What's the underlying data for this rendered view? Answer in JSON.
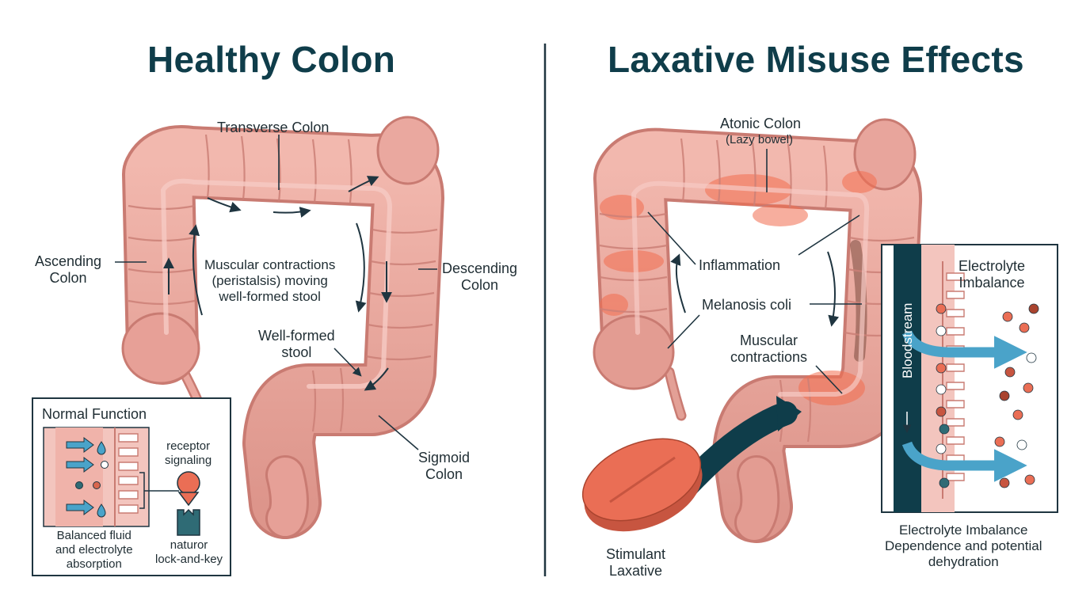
{
  "left_panel": {
    "title": "Healthy Colon",
    "labels": {
      "transverse": "Transverse Colon",
      "ascending": [
        "Ascending",
        "Colon"
      ],
      "descending": [
        "Descending",
        "Colon"
      ],
      "peristalsis": [
        "Muscular contractions",
        "(peristalsis) moving",
        "well-formed stool"
      ],
      "stool": [
        "Well-formed",
        "stool"
      ],
      "sigmoid": [
        "Sigmoid",
        "Colon"
      ]
    },
    "inset": {
      "title": "Normal Function",
      "receptor": [
        "receptor",
        "signaling"
      ],
      "absorption": [
        "Balanced fluid",
        "and electrolyte",
        "absorption"
      ],
      "lock": [
        "naturor",
        "lock-and-key"
      ]
    }
  },
  "right_panel": {
    "title": "Laxative Misuse Effects",
    "labels": {
      "atonic": "Atonic Colon",
      "lazy": "(Lazy bowel)",
      "inflammation": "Inflammation",
      "melanosis": "Melanosis coli",
      "contractions": [
        "Muscular",
        "contractions"
      ],
      "laxative": [
        "Stimulant",
        "Laxative"
      ],
      "footer": [
        "Electrolyte Imbalance",
        "Dependence and potential",
        "dehydration"
      ]
    },
    "inset": {
      "title": [
        "Electrolyte",
        "Imbalance"
      ],
      "bloodstream": "Bloodstream"
    }
  },
  "colors": {
    "colon": "#e9a59c",
    "colon_dark": "#c97b72",
    "inflamed": "#f26d4f",
    "teal": "#0f3d4a",
    "arrow_blue": "#4aa3c9",
    "pill": "#ea6e55"
  }
}
